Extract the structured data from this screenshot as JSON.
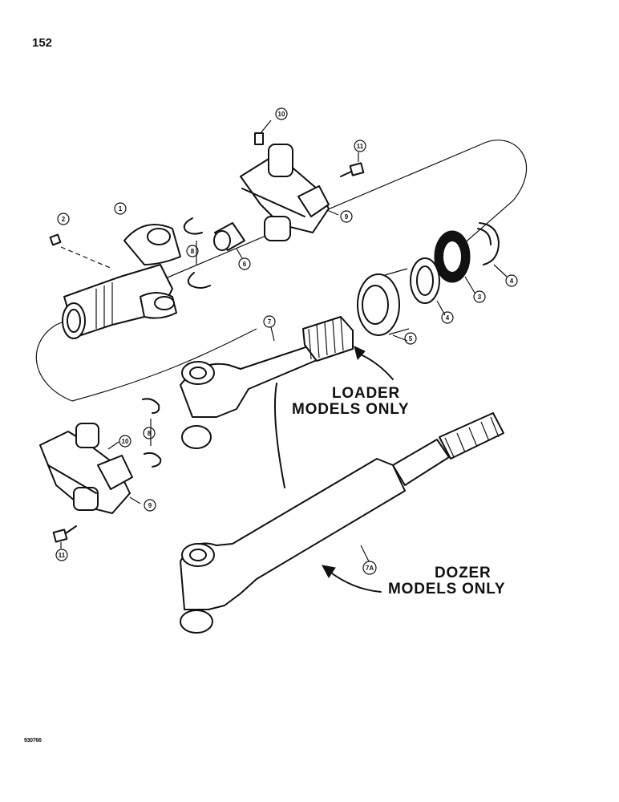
{
  "page_number": "152",
  "drawing_code": "930766",
  "callouts": {
    "c1": "1",
    "c2": "2",
    "c3": "3",
    "c4a": "4",
    "c4b": "4",
    "c5": "5",
    "c6": "6",
    "c7": "7",
    "c7a": "7A",
    "c8a": "8",
    "c8b": "8",
    "c9a": "9",
    "c9b": "9",
    "c10a": "10",
    "c10b": "10",
    "c11a": "11",
    "c11b": "11"
  },
  "notes": {
    "loader_line1": "LOADER",
    "loader_line2": "MODELS ONLY",
    "dozer_line1": "DOZER",
    "dozer_line2": "MODELS ONLY"
  }
}
